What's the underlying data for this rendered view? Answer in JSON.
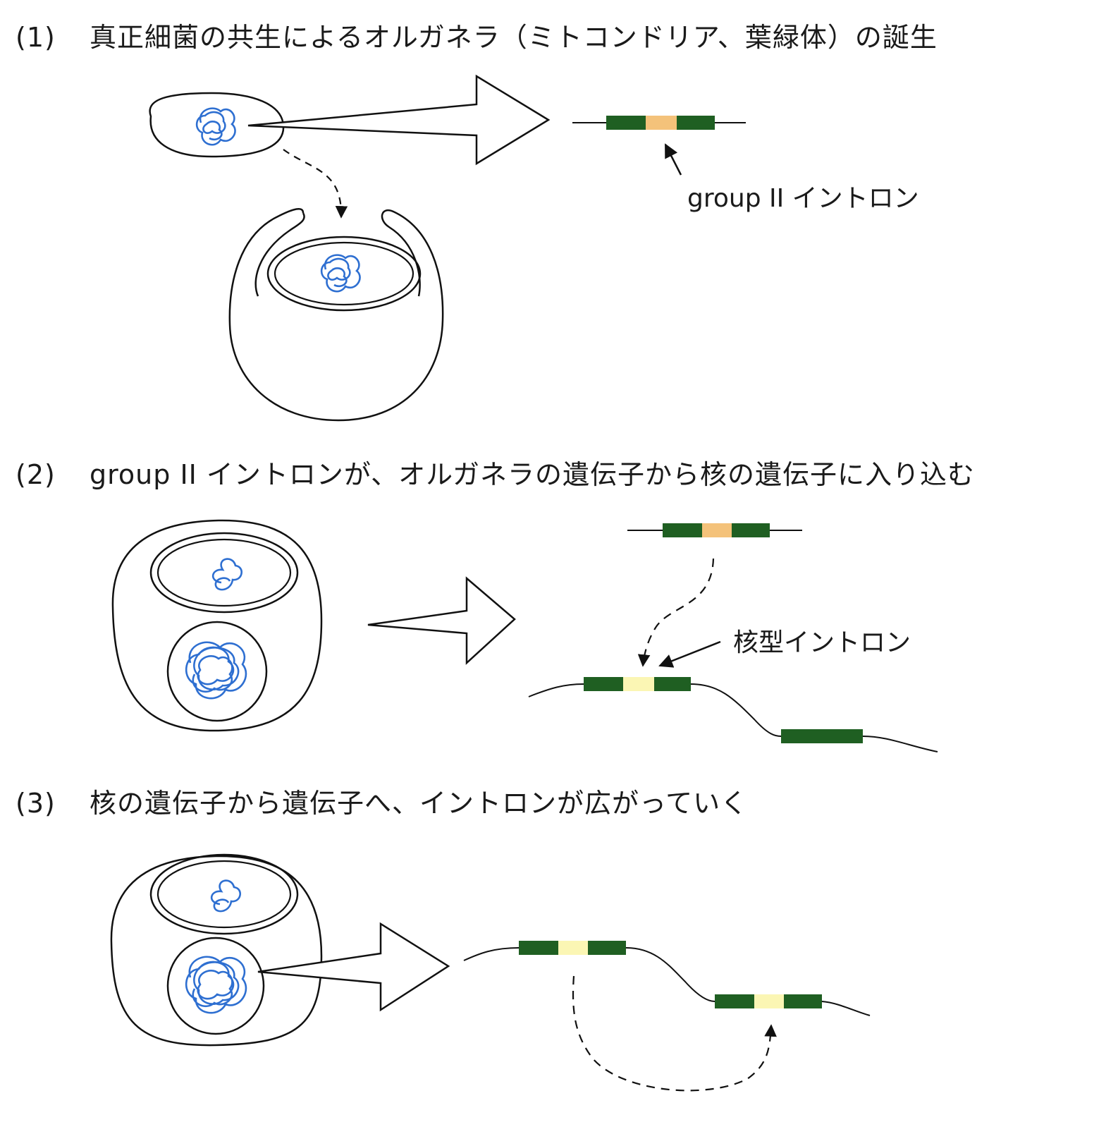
{
  "sections": [
    {
      "number": "(1)",
      "title": "真正細菌の共生によるオルガネラ（ミトコンドリア、葉緑体）の誕生"
    },
    {
      "number": "(2)",
      "title": "group II イントロンが、オルガネラの遺伝子から核の遺伝子に入り込む"
    },
    {
      "number": "(3)",
      "title": "核の遺伝子から遺伝子へ、イントロンが広がっていく"
    }
  ],
  "labels": {
    "group2_intron": "group II イントロン",
    "nuclear_intron": "核型イントロン"
  },
  "colors": {
    "exon": "#1f5f22",
    "group2_intron": "#f4c27a",
    "nuclear_intron": "#fbf6b4",
    "dna": "#2e6fd1",
    "outline": "#111111"
  }
}
